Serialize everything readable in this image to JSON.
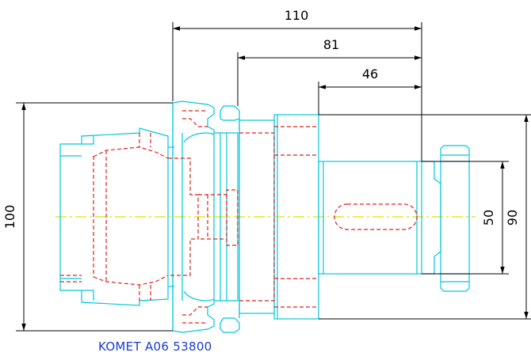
{
  "caption": "KOMET A06 53800",
  "dimensions": {
    "d110": "110",
    "d81": "81",
    "d46": "46",
    "d100": "100",
    "d50": "50",
    "d90": "90"
  },
  "colors": {
    "outline": "#00c8dc",
    "hidden": "#e02020",
    "centerline": "#e0e000",
    "dimension": "#000000",
    "caption": "#1a3ad6"
  }
}
